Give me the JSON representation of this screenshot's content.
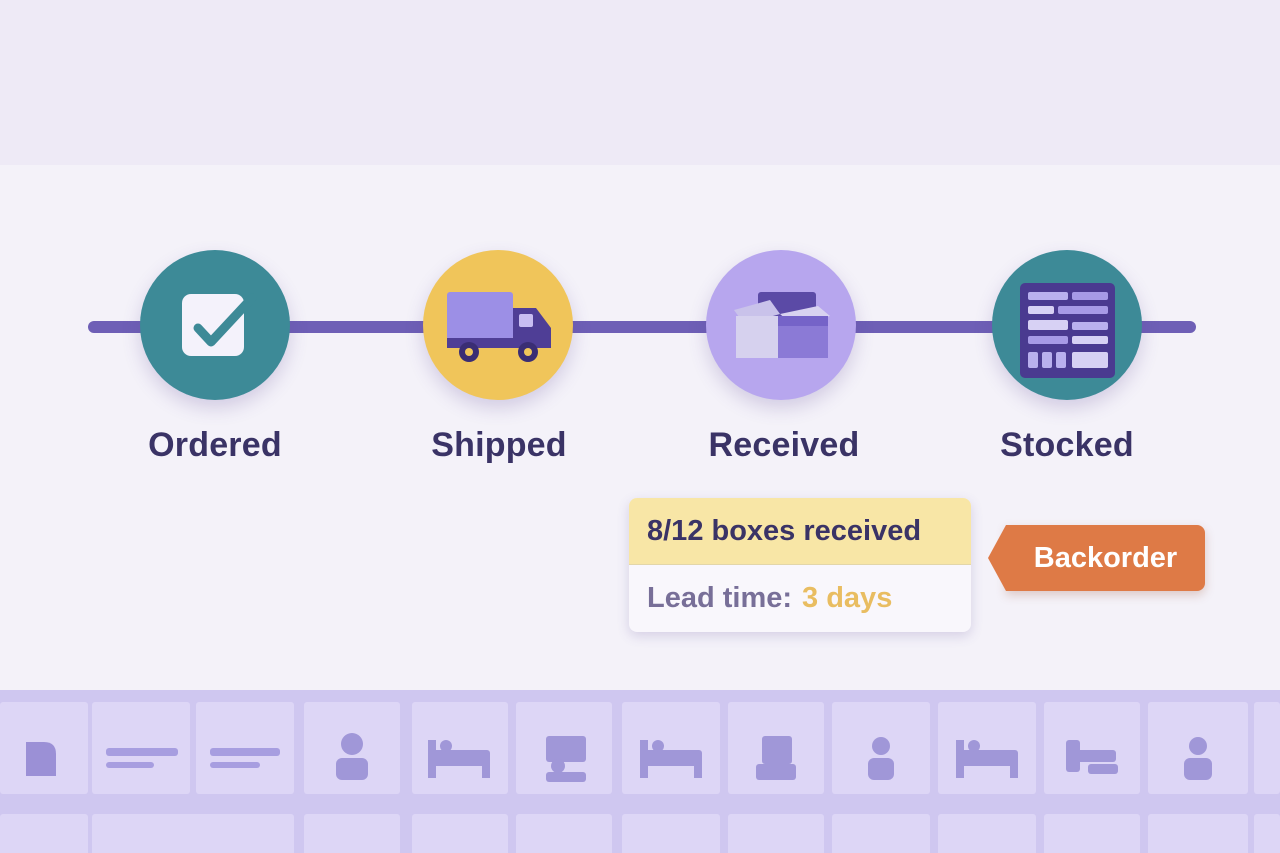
{
  "steps": [
    {
      "label": "Ordered",
      "icon": "checkbox-icon"
    },
    {
      "label": "Shipped",
      "icon": "truck-icon"
    },
    {
      "label": "Received",
      "icon": "open-box-icon"
    },
    {
      "label": "Stocked",
      "icon": "shelf-grid-icon"
    }
  ],
  "status": {
    "boxes_received": "8/12 boxes received",
    "lead_time_label": "Lead time:",
    "lead_time_value": "3 days",
    "badge": "Backorder"
  },
  "colors": {
    "track": "#6e5fb6",
    "teal": "#3d8a97",
    "yellow": "#f0c55a",
    "lavender": "#b7a6ee",
    "badge": "#de7a46",
    "label_text": "#3a3366"
  },
  "bottom_tiles": [
    "bookmark-icon",
    "text-lines-icon",
    "text-lines-icon",
    "person-icon",
    "bed-icon",
    "person-desk-icon",
    "bed-icon",
    "document-stack-icon",
    "person-icon",
    "bed-icon",
    "sofa-icon",
    "person-icon"
  ]
}
